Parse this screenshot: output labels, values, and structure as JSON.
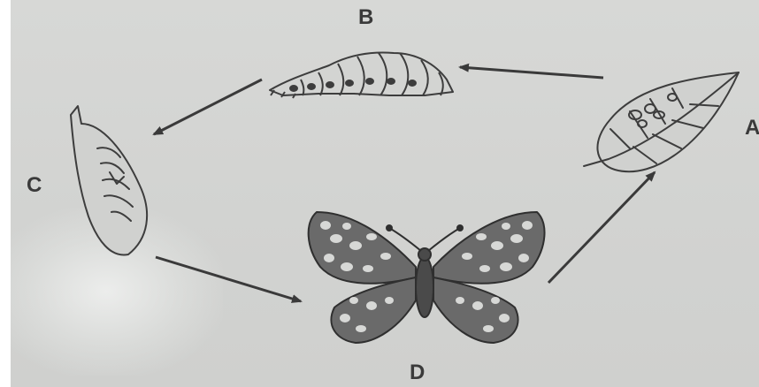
{
  "diagram": {
    "labels": {
      "a": "A",
      "b": "B",
      "c": "C",
      "d": "D"
    },
    "stages": [
      {
        "id": "A",
        "icon": "leaf-with-eggs-icon"
      },
      {
        "id": "B",
        "icon": "caterpillar-larva-icon"
      },
      {
        "id": "C",
        "icon": "pupa-chrysalis-icon"
      },
      {
        "id": "D",
        "icon": "butterfly-adult-icon"
      }
    ],
    "cycle_order": [
      "A",
      "B",
      "C",
      "D",
      "A"
    ],
    "colors": {
      "paper": "#d4d5d3",
      "ink": "#3a3a3a"
    }
  }
}
